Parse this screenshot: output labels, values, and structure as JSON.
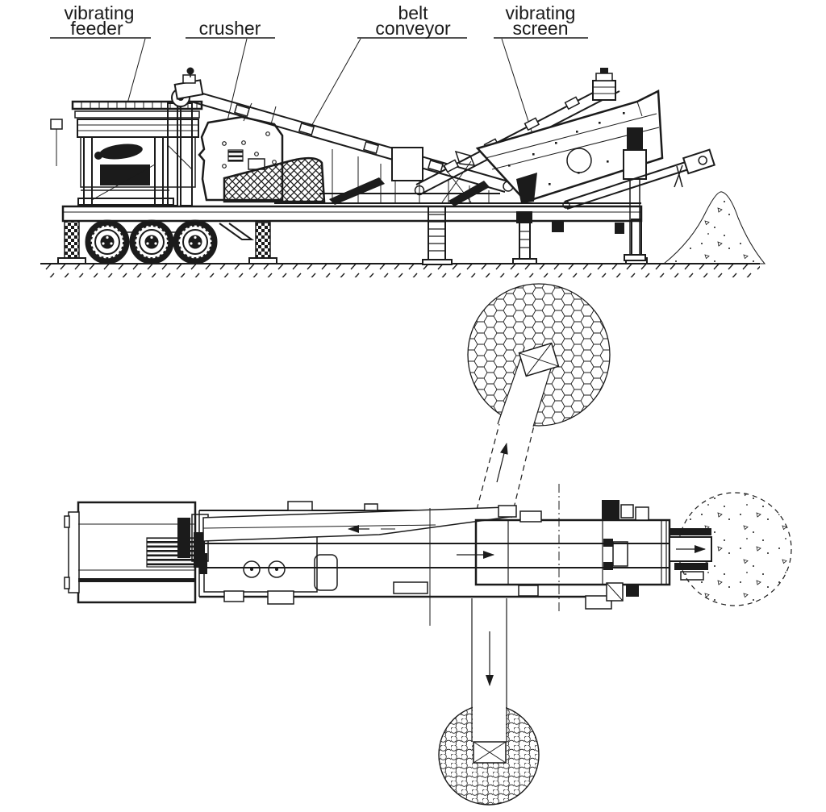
{
  "colors": {
    "ink": "#1b1b1b",
    "background": "#ffffff"
  },
  "labels": {
    "vibrating_feeder": {
      "line1": "vibrating",
      "line2": "feeder"
    },
    "crusher": {
      "line1": "crusher"
    },
    "belt_conveyor": {
      "line1": "belt",
      "line2": "conveyor"
    },
    "vibrating_screen": {
      "line1": "vibrating",
      "line2": "screen"
    }
  }
}
